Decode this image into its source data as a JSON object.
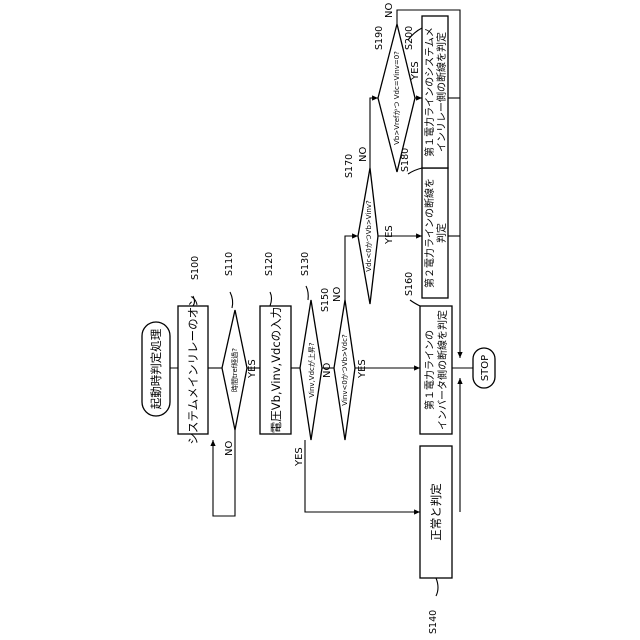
{
  "title": "起動時判定処理",
  "stop": "STOP",
  "steps": {
    "s100": {
      "id": "S100",
      "text": "システムメインリレーのオン"
    },
    "s110": {
      "id": "S110",
      "cond": "時間tref経過?",
      "yes": "YES",
      "no": "NO"
    },
    "s120": {
      "id": "S120",
      "text": "電圧Vb,Vinv,Vdcの入力"
    },
    "s130": {
      "id": "S130",
      "cond": "Vinv,Vdcが上昇?",
      "yes": "YES",
      "no": "NO"
    },
    "s140": {
      "id": "S140",
      "text": "正常と判定"
    },
    "s150": {
      "id": "S150",
      "cond": "Vinv<0かつVb>Vdc?",
      "yes": "YES",
      "no": "NO"
    },
    "s160": {
      "id": "S160",
      "line1": "第１電力ラインの",
      "line2": "インバータ側の断線を判定"
    },
    "s170": {
      "id": "S170",
      "cond": "Vdc<0かつVb>Vinv?",
      "yes": "YES",
      "no": "NO"
    },
    "s180": {
      "id": "S180",
      "line1": "第２電力ラインの断線を",
      "line2": "判定"
    },
    "s190": {
      "id": "S190",
      "cond": "Vb>Vrefかつ Vdc=Vinv=0?",
      "yes": "YES",
      "no": "NO"
    },
    "s200": {
      "id": "S200",
      "line1": "第１電力ラインのシステムメ",
      "line2": "インリレー側の断線を判定"
    }
  }
}
